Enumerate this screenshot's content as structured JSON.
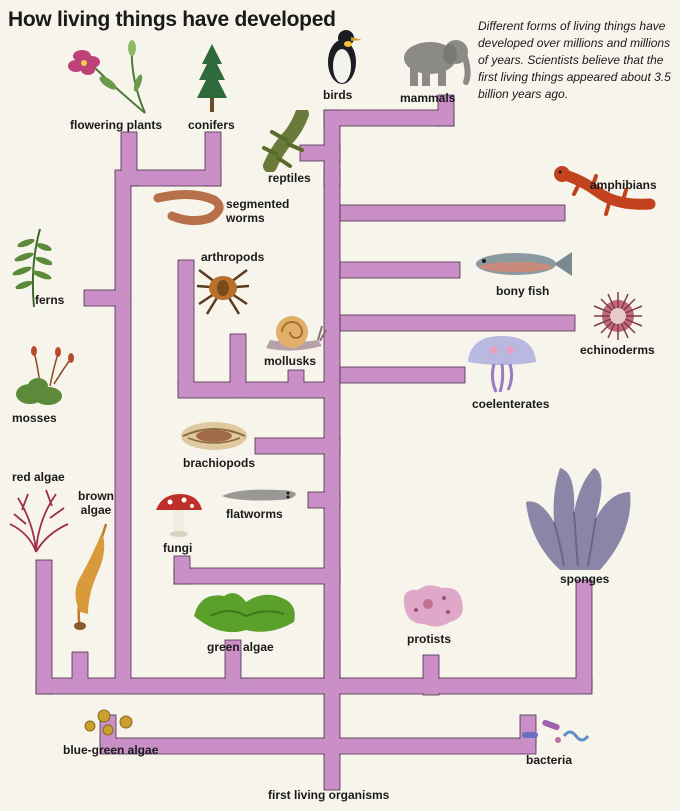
{
  "title": "How living things have developed",
  "intro": "Different forms of living things have developed over millions and millions of years. Scientists believe that the first living things appeared about 3.5 billion years ago.",
  "branch_color": "#c98fc6",
  "branch_edge": "#4a2f4a",
  "labels": {
    "flowering_plants": "flowering plants",
    "conifers": "conifers",
    "birds": "birds",
    "mammals": "mammals",
    "reptiles": "reptiles",
    "segmented_worms": "segmented worms",
    "amphibians": "amphibians",
    "arthropods": "arthropods",
    "ferns": "ferns",
    "bony_fish": "bony fish",
    "echinoderms": "echinoderms",
    "mollusks": "mollusks",
    "mosses": "mosses",
    "coelenterates": "coelenterates",
    "brachiopods": "brachiopods",
    "red_algae": "red algae",
    "brown_algae": "brown algae",
    "flatworms": "flatworms",
    "fungi": "fungi",
    "sponges": "sponges",
    "green_algae": "green algae",
    "protists": "protists",
    "blue_green_algae": "blue-green algae",
    "bacteria": "bacteria",
    "first_living_organisms": "first living organisms"
  },
  "icons": [
    "flower-icon",
    "conifer-icon",
    "penguin-icon",
    "elephant-icon",
    "crocodile-icon",
    "worm-icon",
    "salamander-icon",
    "spider-icon",
    "fern-icon",
    "fish-icon",
    "sea-urchin-icon",
    "snail-icon",
    "moss-icon",
    "jellyfish-icon",
    "brachiopod-icon",
    "red-algae-icon",
    "kelp-icon",
    "flatworm-icon",
    "mushroom-icon",
    "sponge-icon",
    "green-algae-icon",
    "amoeba-icon",
    "cyanobacteria-icon",
    "bacteria-icon"
  ]
}
